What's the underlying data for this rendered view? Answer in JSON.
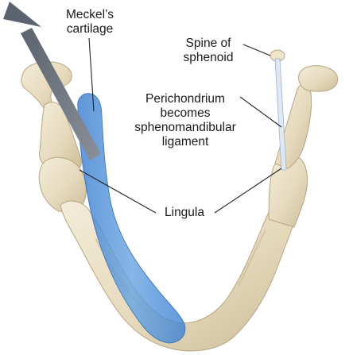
{
  "labels": {
    "meckels_cartilage": [
      "Meckel’s",
      "cartilage"
    ],
    "spine_of_sphenoid": [
      "Spine of",
      "sphenoid"
    ],
    "perichondrium": [
      "Perichondrium",
      "becomes",
      "sphenomandibular",
      "ligament"
    ],
    "lingula": "Lingula"
  },
  "colors": {
    "bone": "#e9dfc6",
    "bone_shadow": "#c8b894",
    "bone_outline": "#b6a683",
    "cartilage": "#4f8fd6",
    "cartilage_light": "#8fbde9",
    "arrow": "#6f7680",
    "leader": "#222222"
  }
}
